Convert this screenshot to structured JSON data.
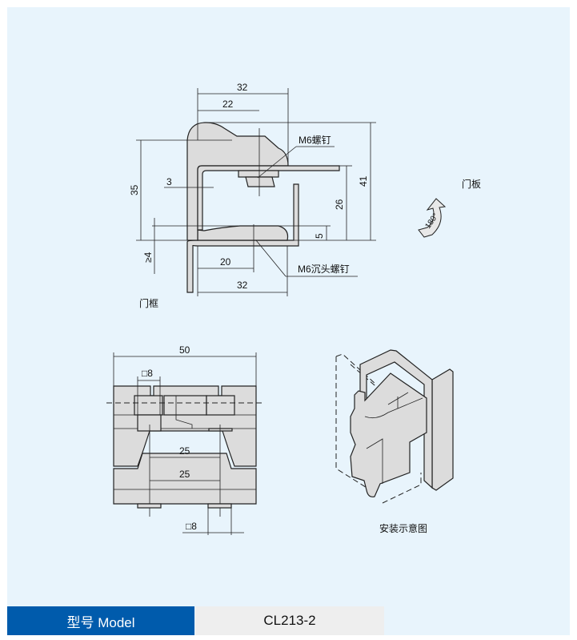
{
  "side_view": {
    "dim_top_32": "32",
    "dim_22": "22",
    "dim_41": "41",
    "dim_26": "26",
    "dim_35": "35",
    "dim_3": "3",
    "dim_5": "5",
    "dim_ge4": "≥4",
    "dim_20": "20",
    "dim_bottom_32": "32",
    "label_m6_screw": "M6螺钉",
    "label_m6_countersunk": "M6沉头螺钉",
    "label_door_frame": "门框",
    "label_door_panel": "门板",
    "rotation_label": "180°"
  },
  "front_view": {
    "dim_50": "50",
    "dim_sq8_top": "□8",
    "dim_25_upper": "25",
    "dim_25_lower": "25",
    "dim_sq8_bottom": "□8"
  },
  "iso_view": {
    "caption": "安装示意图"
  },
  "model": {
    "label": "型号 Model",
    "value": "CL213-2"
  },
  "colors": {
    "background": "#e8f4fc",
    "model_label_bg": "#005bac",
    "model_value_bg": "#eeeeee",
    "part_fill": "#dcdcdc"
  }
}
